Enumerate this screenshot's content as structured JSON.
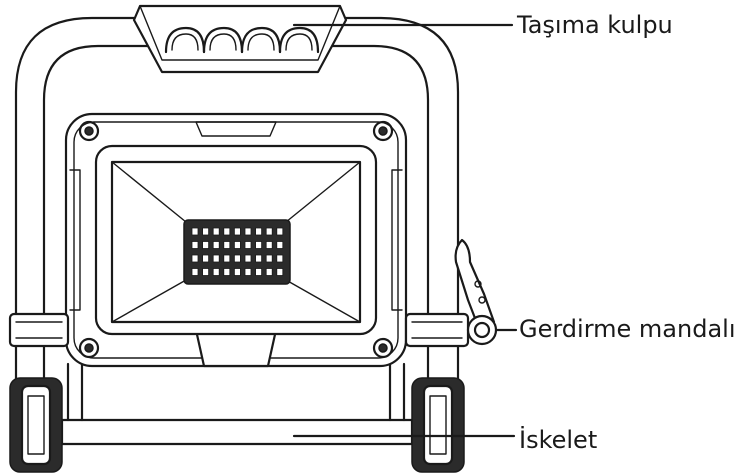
{
  "labels": {
    "handle": "Taşıma kulpu",
    "latch": "Gerdirme mandalı",
    "frame": "İskelet"
  },
  "colors": {
    "line": "#1a1a1a",
    "background": "#ffffff"
  }
}
